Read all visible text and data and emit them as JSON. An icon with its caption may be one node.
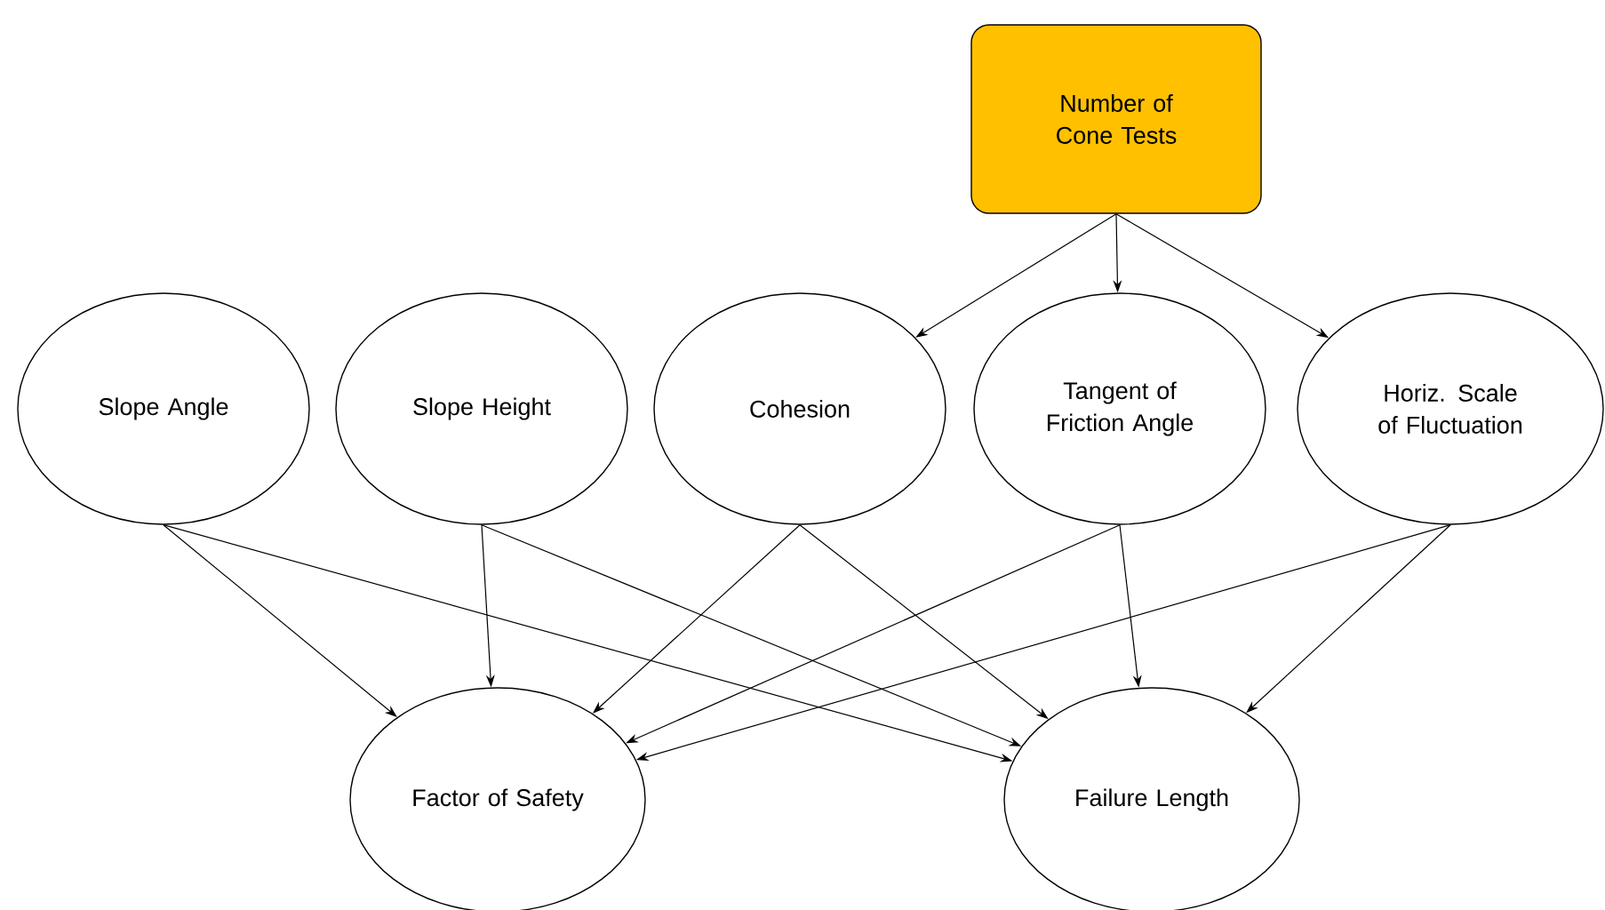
{
  "diagram": {
    "nodes": [
      {
        "text": [
          "Number of Cone Tests"
        ]
      },
      {
        "text": [
          "Slope Angle"
        ]
      },
      {
        "text": [
          "Slope Height"
        ]
      },
      {
        "text": [
          "Cohesion"
        ]
      },
      {
        "text": [
          "Tangent of Friction Angle"
        ]
      },
      {
        "text": [
          "Horiz. Scale of Fluctuation"
        ]
      },
      {
        "text": [
          "Factor of Safety"
        ]
      },
      {
        "text": [
          "Failure Length"
        ]
      }
    ],
    "edges": [
      {
        "from": 0,
        "to": 3,
        "arrow": "to"
      },
      {
        "from": 0,
        "to": 4,
        "arrow": "to"
      },
      {
        "from": 0,
        "to": 5,
        "arrow": "to"
      },
      {
        "from": 1,
        "to": 6,
        "arrow": "to"
      },
      {
        "from": 1,
        "to": 7,
        "arrow": "to"
      },
      {
        "from": 2,
        "to": 6,
        "arrow": "to"
      },
      {
        "from": 2,
        "to": 7,
        "arrow": "to"
      },
      {
        "from": 3,
        "to": 6,
        "arrow": "to"
      },
      {
        "from": 3,
        "to": 7,
        "arrow": "to"
      },
      {
        "from": 4,
        "to": 6,
        "arrow": "to"
      },
      {
        "from": 4,
        "to": 7,
        "arrow": "to"
      },
      {
        "from": 5,
        "to": 6,
        "arrow": "to"
      },
      {
        "from": 5,
        "to": 7,
        "arrow": "to"
      }
    ]
  }
}
